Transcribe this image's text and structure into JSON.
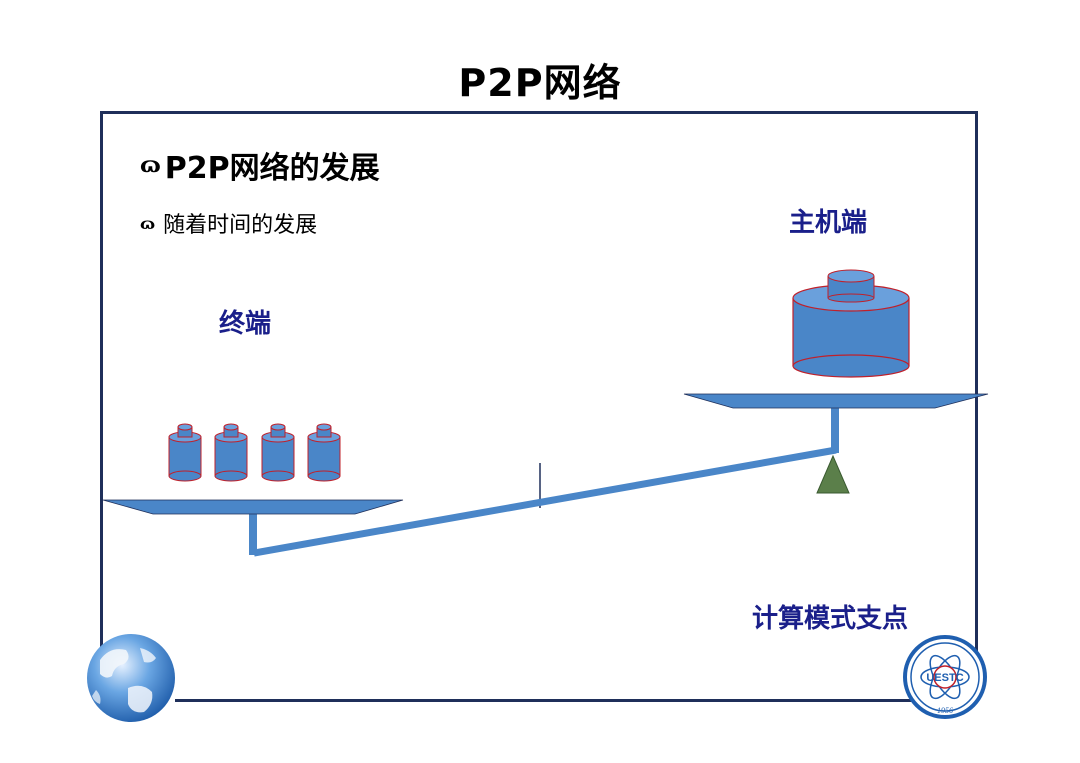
{
  "title": "P2P网络",
  "bullets": {
    "glyph": "ɷ",
    "main": "P2P网络的发展",
    "sub": "随着时间的发展"
  },
  "labels": {
    "terminal": "终端",
    "host": "主机端",
    "fulcrum": "计算模式支点"
  },
  "logos": {
    "right_logo_text": "UESTC",
    "right_logo_year": "1956"
  },
  "colors": {
    "beam_blue": "#4a86c8",
    "outline_red": "#c0202a",
    "fulcrum_green": "#5b7f4a",
    "label_navy": "#1a1f8a"
  }
}
